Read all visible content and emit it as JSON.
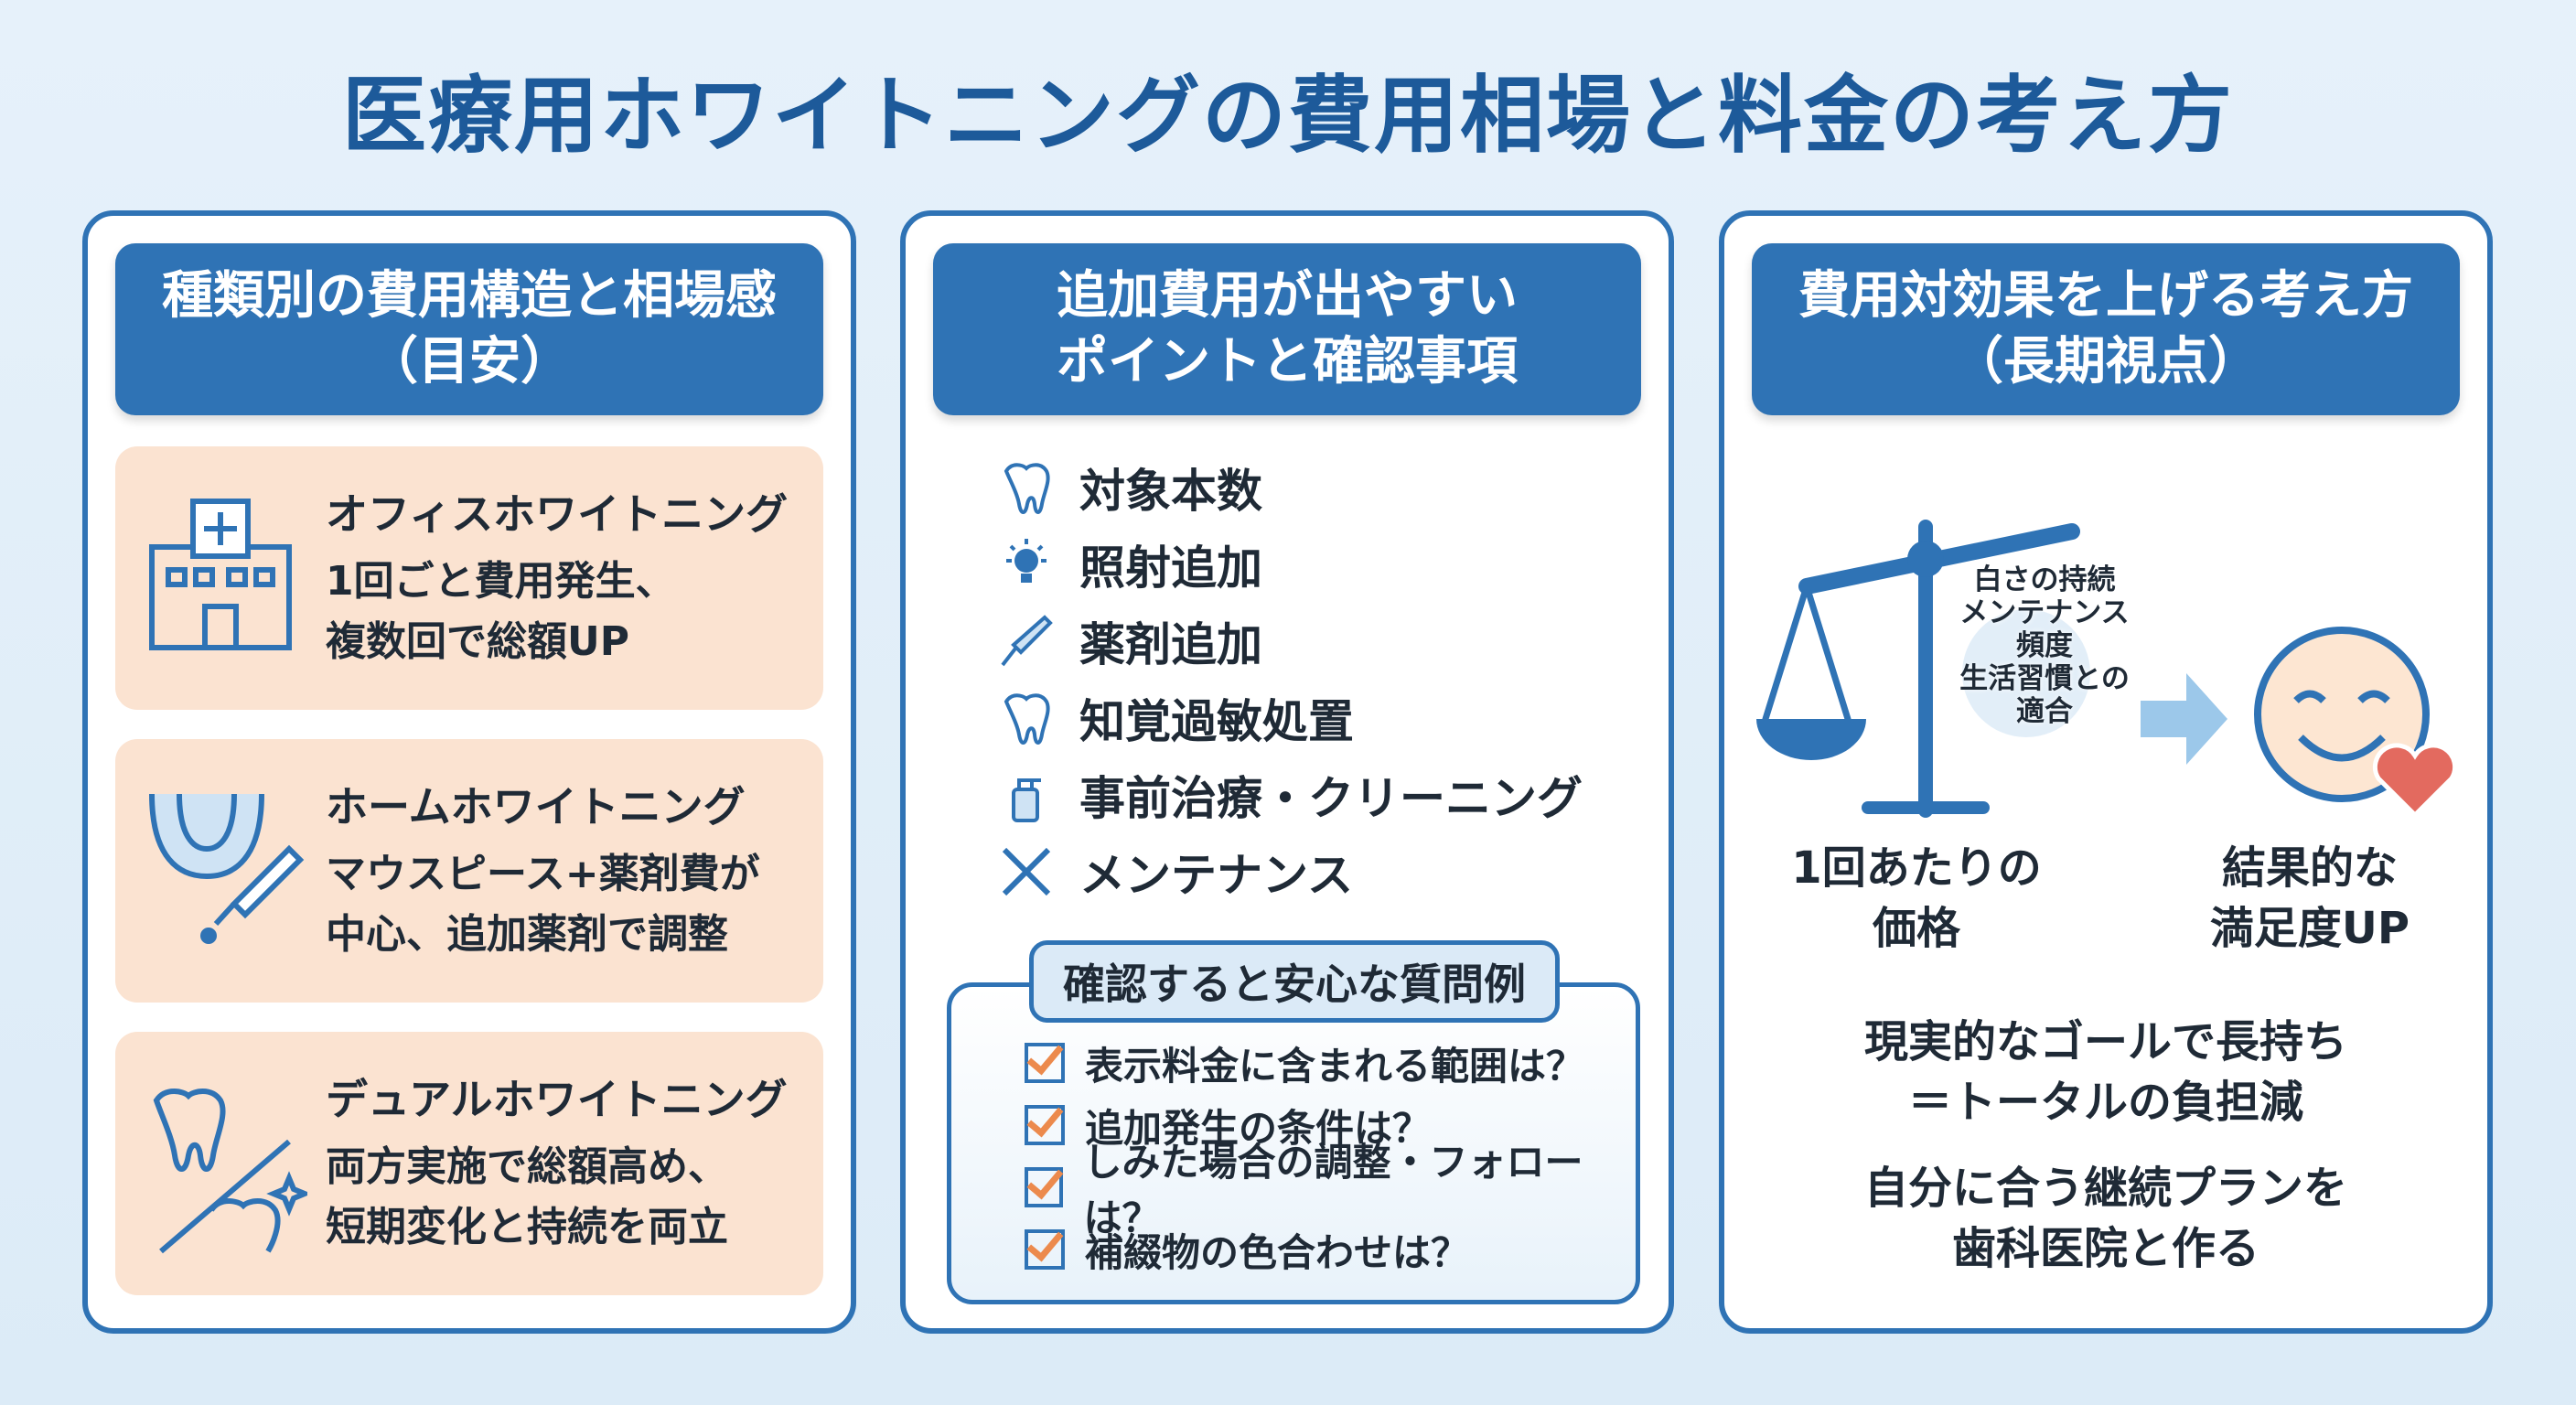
{
  "title": "医療用ホワイトニングの費用相場と料金の考え方",
  "panels": {
    "left": {
      "header": [
        "種類別の費用構造と相場感",
        "（目安）"
      ],
      "cards": [
        {
          "icon": "clinic-building-icon",
          "title": "オフィスホワイトニング",
          "body": [
            "1回ごと費用発生、",
            "複数回で総額UP"
          ]
        },
        {
          "icon": "mouthpiece-gel-icon",
          "title": "ホームホワイトニング",
          "body": [
            "マウスピース+薬剤費が",
            "中心、追加薬剤で調整"
          ]
        },
        {
          "icon": "two-teeth-icon",
          "title": "デュアルホワイトニング",
          "body": [
            "両方実施で総額高め、",
            "短期変化と持続を両立"
          ]
        }
      ]
    },
    "middle": {
      "header": [
        "追加費用が出やすい",
        "ポイントと確認事項"
      ],
      "items": [
        {
          "icon": "tooth-icon",
          "label": "対象本数"
        },
        {
          "icon": "light-bulb-icon",
          "label": "照射追加"
        },
        {
          "icon": "gel-syringe-icon",
          "label": "薬剤追加"
        },
        {
          "icon": "tooth-icon",
          "label": "知覚過敏処置"
        },
        {
          "icon": "spray-bottle-icon",
          "label": "事前治療・クリーニング"
        },
        {
          "icon": "tools-icon",
          "label": "メンテナンス"
        }
      ],
      "questions_title": "確認すると安心な質問例",
      "questions": [
        "表示料金に含まれる範囲は？",
        "追加発生の条件は？",
        "しみた場合の調整・フォローは？",
        "補綴物の色合わせは？"
      ]
    },
    "right": {
      "header": [
        "費用対効果を上げる考え方",
        "（長期視点）"
      ],
      "scale_notes": [
        "白さの持続",
        "メンテナンス",
        "頻度",
        "生活習慣との",
        "適合"
      ],
      "left_label": [
        "1回あたりの",
        "価格"
      ],
      "right_label": [
        "結果的な",
        "満足度UP"
      ],
      "tips": [
        [
          "現実的なゴールで長持ち",
          "＝トータルの負担減"
        ],
        [
          "自分に合う継続プランを",
          "歯科医院と作る"
        ]
      ]
    }
  },
  "colors": {
    "primary": "#2f73b5",
    "card": "#fbe3d1",
    "accent": "#ec8a4d"
  }
}
